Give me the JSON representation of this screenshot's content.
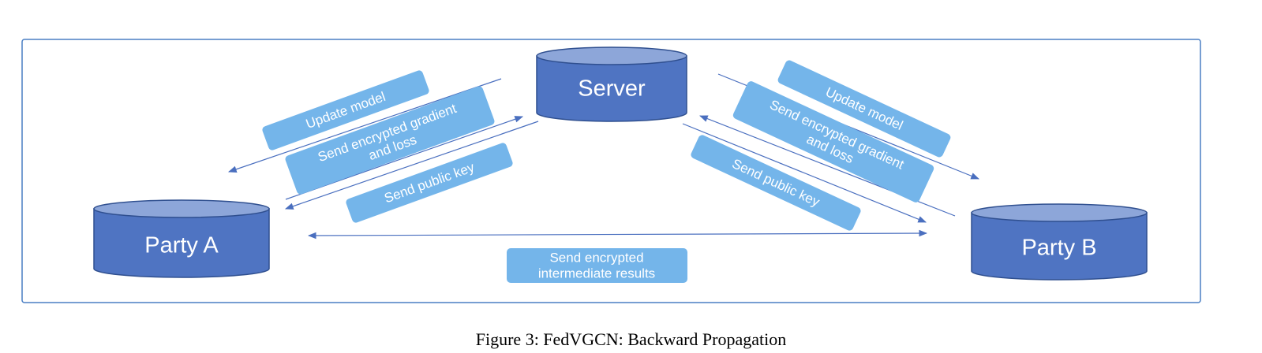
{
  "caption": "Figure 3: FedVGCN: Backward Propagation",
  "nodes": {
    "server": "Server",
    "party_a": "Party A",
    "party_b": "Party B"
  },
  "left_labels": {
    "update_model": "Update model",
    "send_gradient_line1": "Send encrypted gradient",
    "send_gradient_line2": "and loss",
    "send_public_key": "Send public key"
  },
  "right_labels": {
    "update_model": "Update model",
    "send_gradient_line1": "Send encrypted gradient",
    "send_gradient_line2": "and loss",
    "send_public_key": "Send public key"
  },
  "bottom_label": {
    "line1": "Send encrypted",
    "line2": "intermediate results"
  },
  "colors": {
    "node_fill": "#4f74c2",
    "node_top": "#8da6d9",
    "node_stroke": "#2f4f8f",
    "pill_fill": "#74b5ea",
    "arrow": "#4a6fbf",
    "frame": "#4a7fc4"
  }
}
